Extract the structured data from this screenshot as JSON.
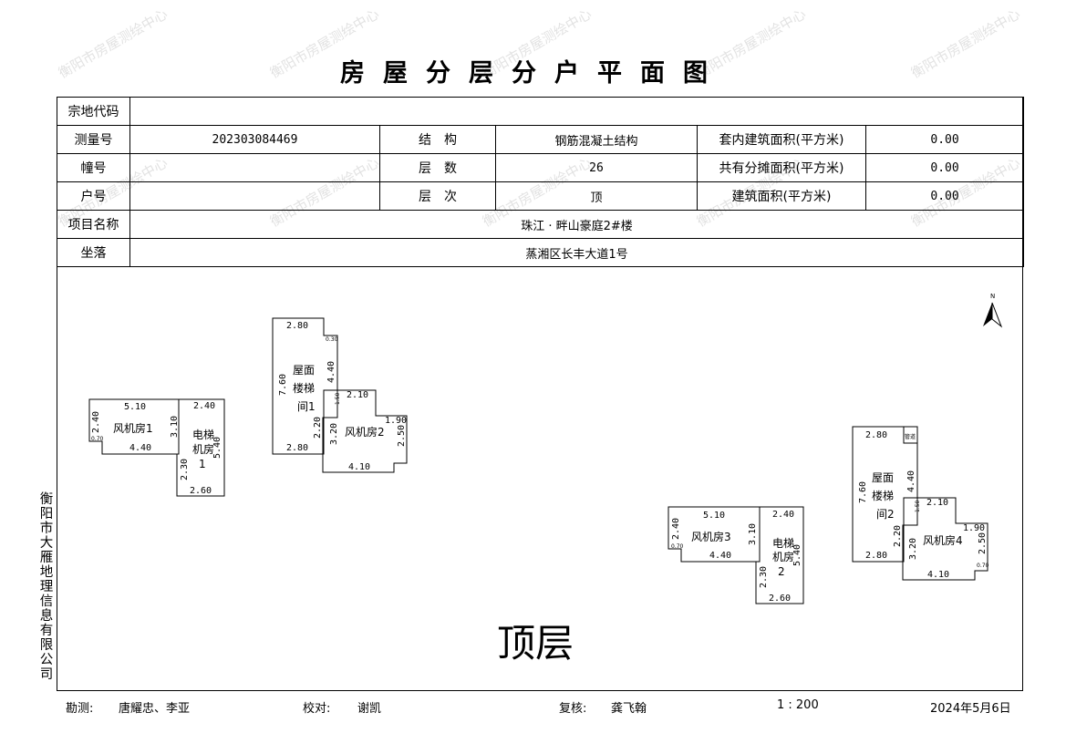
{
  "title": "房屋分层分户平面图",
  "watermark": "衡阳市房屋测绘中心",
  "info": {
    "zongdi_label": "宗地代码",
    "zongdi_value": "",
    "survey_label": "测量号",
    "survey_value": "202303084469",
    "struct_label": "结　构",
    "struct_value": "钢筋混凝土结构",
    "inner_area_label": "套内建筑面积(平方米)",
    "inner_area_value": "0.00",
    "building_label": "幢号",
    "building_value": "",
    "floors_label": "层　数",
    "floors_value": "26",
    "shared_area_label": "共有分摊面积(平方米)",
    "shared_area_value": "0.00",
    "unit_label": "户号",
    "unit_value": "",
    "level_label": "层　次",
    "level_value": "顶",
    "build_area_label": "建筑面积(平方米)",
    "build_area_value": "0.00",
    "project_label": "项目名称",
    "project_value": "珠江 · 畔山豪庭2#楼",
    "location_label": "坐落",
    "location_value": "蒸湘区长丰大道1号"
  },
  "side_company": "衡阳市大雁地理信息有限公司",
  "north_label": "N",
  "floor_caption": "顶层",
  "rooms": {
    "fan1": "风机房1",
    "fan2": "风机房2",
    "fan3": "风机房3",
    "fan4": "风机房4",
    "elev1": [
      "电梯",
      "机房",
      "1"
    ],
    "elev2": [
      "电梯",
      "机房",
      "2"
    ],
    "stair1": [
      "屋面",
      "楼梯",
      "间1"
    ],
    "stair2": [
      "屋面",
      "楼梯",
      "间2"
    ],
    "pipe": "管道"
  },
  "dims": {
    "fan1_top": "5.10",
    "fan1_left": "2.40",
    "fan1_bottom": "4.40",
    "fan1_right": "3.10",
    "elev1_top": "2.40",
    "elev1_right": "5.40",
    "elev1_left": "2.30",
    "elev1_bottom": "2.60",
    "stair1_top": "2.80",
    "stair1_left": "7.60",
    "stair1_right": "4.40",
    "stair1_bottom": "2.80",
    "fan2_top": "2.10",
    "fan2_top2": "1.90",
    "fan2_left": "3.20",
    "fan2_right": "2.50",
    "fan2_bottom": "4.10",
    "fan2_step": "2.20",
    "small_a": "1.50",
    "small_b": "0.70",
    "small_c": "0.30",
    "fan3_top": "5.10",
    "fan3_left": "2.40",
    "fan3_bottom": "4.40",
    "fan3_right": "3.10",
    "elev2_top": "2.40",
    "elev2_right": "5.40",
    "elev2_left": "2.30",
    "elev2_bottom": "2.60",
    "stair2_top": "2.80",
    "stair2_left": "7.60",
    "stair2_right": "4.40",
    "stair2_bottom": "2.80",
    "fan4_top": "2.10",
    "fan4_top2": "1.90",
    "fan4_left": "3.20",
    "fan4_right": "2.50",
    "fan4_bottom": "4.10",
    "fan4_step": "2.20"
  },
  "footer": {
    "survey_label": "勘测:",
    "surveyors": "唐耀忠、李亚",
    "check_label": "校对:",
    "checker": "谢凯",
    "review_label": "复核:",
    "reviewer": "龚飞翰",
    "scale": "1 : 200",
    "date": "2024年5月6日"
  }
}
